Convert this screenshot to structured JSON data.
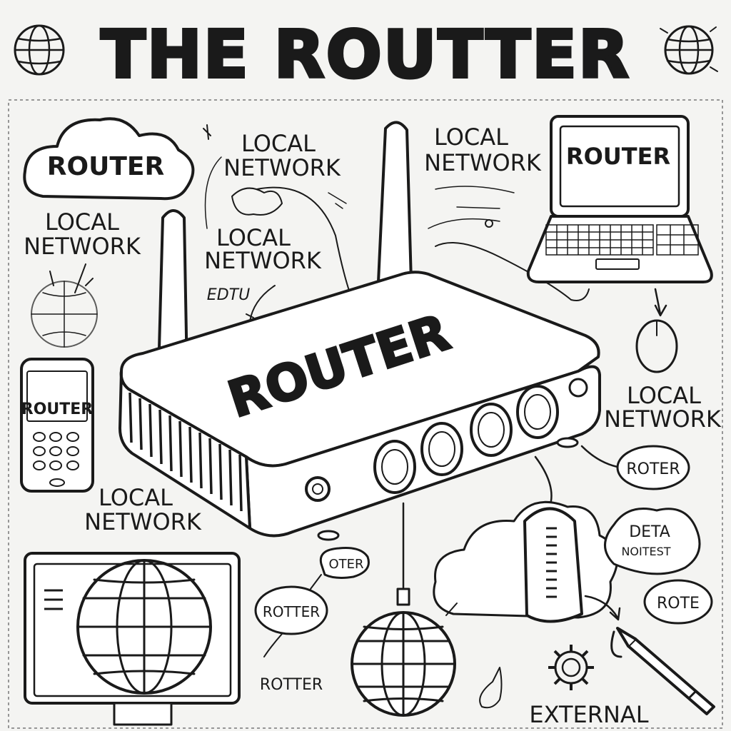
{
  "title": "THE ROUTTER",
  "router_body_label": "ROUTER",
  "cloud_label": "ROUTER",
  "laptop_screen_label": "ROUTER",
  "phone_screen_label": "ROUTER",
  "local_network_labels": [
    [
      "LOCAL",
      "NETWORK"
    ],
    [
      "LOCAL",
      "NETWORK"
    ],
    [
      "LOCAL",
      "NETWORK"
    ],
    [
      "LOCAL",
      "NETWORK"
    ],
    [
      "LOCAL",
      "NETWORK"
    ],
    [
      "LOCAL",
      "NETWORK"
    ]
  ],
  "scribble_text": "EDTU",
  "bubbles": {
    "roter": "ROTER",
    "data_notest": [
      "DETA",
      "NOITEST"
    ],
    "rote": "ROTE",
    "oter": "OTER",
    "rotter_bubble": "ROTTER",
    "rotter_plain": "ROTTER"
  },
  "external_label": "EXTERNAL",
  "icons": [
    "globe-icon",
    "cloud-icon",
    "laptop-icon",
    "phone-icon",
    "monitor-icon",
    "router-icon",
    "mouse-icon",
    "gear-icon",
    "pencil-icon",
    "modem-icon",
    "antenna-icon"
  ]
}
